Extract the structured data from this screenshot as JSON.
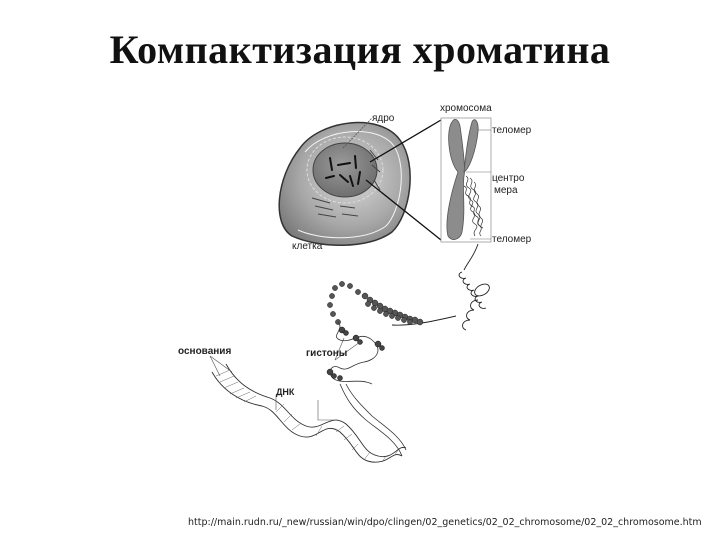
{
  "slide": {
    "title": "Компактизация хроматина",
    "source_url": "http://main.rudn.ru/_new/russian/win/dpo/clingen/02_genetics/02_02_chromosome/02_02_chromosome.htm"
  },
  "diagram": {
    "labels": {
      "nucleus": "ядро",
      "cell": "клетка",
      "chromosome": "хромосома",
      "telomere_top": "теломер",
      "centromere_line1": "центро",
      "centromere_line2": "мера",
      "telomere_bottom": "теломер",
      "bases": "основания",
      "histones": "гистоны",
      "dna": "ДНК"
    },
    "colors": {
      "cell_fill": "#9a9a9a",
      "nucleus_fill": "#7d7d7d",
      "chromosome_fill": "#8c8c8c",
      "line": "#222222"
    }
  }
}
